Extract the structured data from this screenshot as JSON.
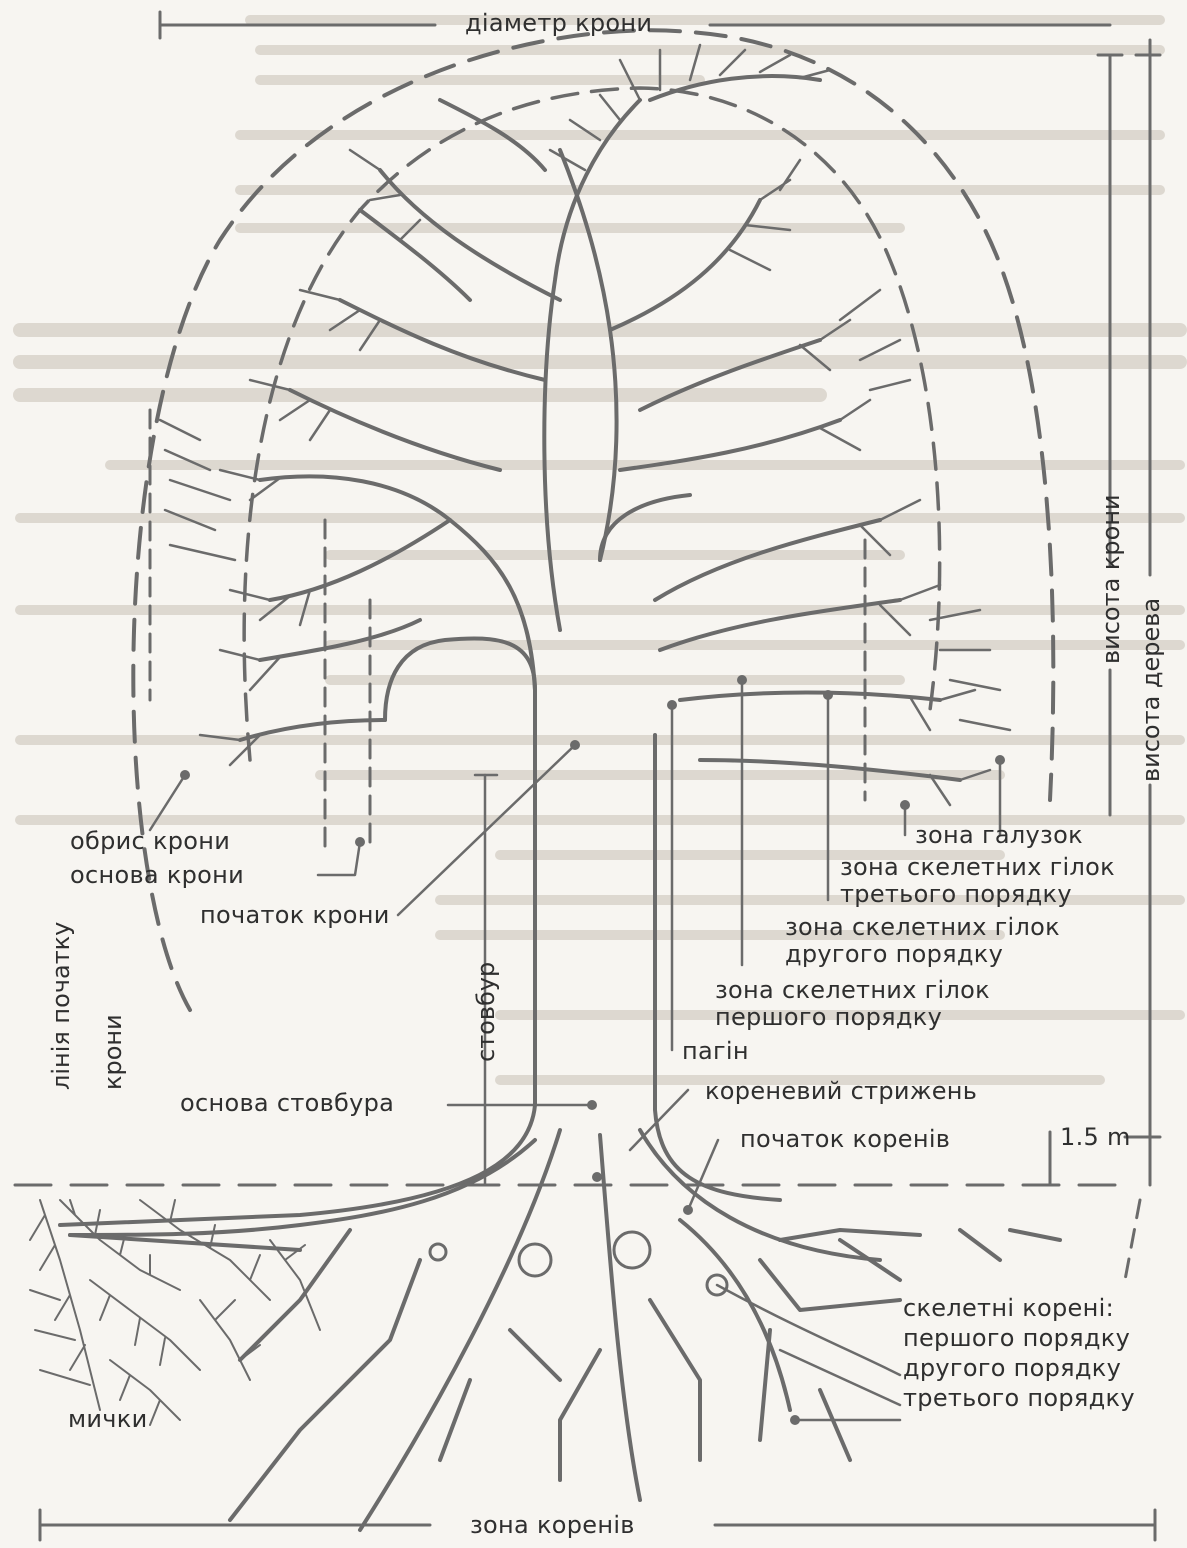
{
  "colors": {
    "ink": "#6b6b6b",
    "text": "#2f2f2f",
    "paper": "#f7f5f1",
    "faint": "#cfcac2"
  },
  "labels": {
    "crown_diameter": "діаметр крони",
    "crown_height": "висота крони",
    "tree_height": "висота дерева",
    "twig_zone": "зона галузок",
    "skeletal_third_1": "зона скелетних гілок",
    "skeletal_third_2": "третього порядку",
    "skeletal_second_1": "зона скелетних гілок",
    "skeletal_second_2": "другого порядку",
    "skeletal_first_1": "зона скелетних гілок",
    "skeletal_first_2": "першого порядку",
    "shoot": "пагін",
    "crown_outline": "обрис крони",
    "crown_base": "основа крони",
    "crown_start": "початок крони",
    "trunk": "стовбур",
    "crown_start_line_1": "лінія початку",
    "crown_start_line_2": "крони",
    "trunk_base": "основа стовбура",
    "taproot": "кореневий стрижень",
    "roots_start": "початок коренів",
    "height_mark": "1.5 m",
    "skeletal_roots_title": "скелетні корені:",
    "roots_first": "першого порядку",
    "roots_second": "другого порядку",
    "roots_third": "третього порядку",
    "fibrous_roots": "мички",
    "root_zone": "зона коренів"
  }
}
